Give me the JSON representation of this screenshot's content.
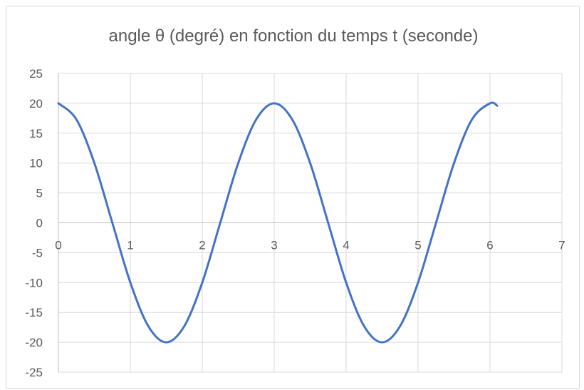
{
  "chart_data": {
    "type": "scatter",
    "title": "angle θ (degré) en fonction du temps t (seconde)",
    "xlabel": "",
    "ylabel": "",
    "xlim": [
      0,
      7
    ],
    "ylim": [
      -25,
      25
    ],
    "x_ticks": [
      0,
      1,
      2,
      3,
      4,
      5,
      6,
      7
    ],
    "y_ticks": [
      25,
      20,
      15,
      10,
      5,
      0,
      -5,
      -10,
      -15,
      -20,
      -25
    ],
    "grid": true,
    "legend": "none",
    "line_color": "#4472c4",
    "series": [
      {
        "x": [
          0,
          0.25,
          0.5,
          0.75,
          1.0,
          1.25,
          1.5,
          1.75,
          2.0,
          2.25,
          2.5,
          2.75,
          3.0,
          3.25,
          3.5,
          3.75,
          4.0,
          4.25,
          4.5,
          4.75,
          5.0,
          5.25,
          5.5,
          5.75,
          6.0,
          6.1
        ],
        "y": [
          20,
          17.3,
          10,
          0,
          -10,
          -17.3,
          -20,
          -17.3,
          -10,
          0,
          10,
          17.3,
          20,
          17.3,
          10,
          0,
          -10,
          -17.3,
          -20,
          -17.3,
          -10,
          0,
          10,
          17.3,
          20,
          19.6
        ]
      }
    ]
  }
}
